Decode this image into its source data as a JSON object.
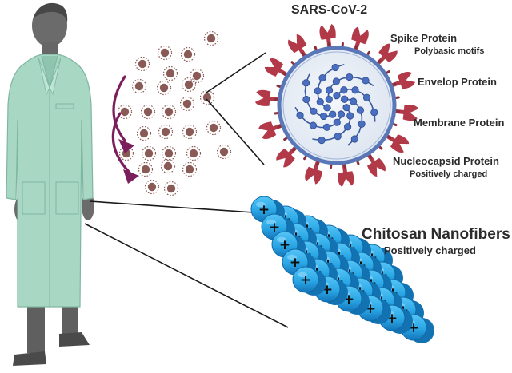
{
  "virus": {
    "title": "SARS-CoV-2",
    "labels": [
      {
        "main": "Spike Protein",
        "sub": "Polybasic motifs"
      },
      {
        "main": "Envelop Protein",
        "sub": ""
      },
      {
        "main": "Membrane Protein",
        "sub": ""
      },
      {
        "main": "Nucleocapsid Protein",
        "sub": "Positively charged"
      }
    ]
  },
  "nanofiber": {
    "title": "Chitosan Nanofibers",
    "subtitle": "Positively charged",
    "charge_symbol": "+"
  },
  "colors": {
    "lab_coat": "#a8d8c4",
    "person": "#6b6b6b",
    "virus_envelope": "#5a78b8",
    "spike": "#b23a48",
    "rna": "#4a6fc0",
    "particle": "#8a5a56",
    "arrow": "#7a1f5c",
    "fiber": "#2aa7e6"
  },
  "icons": [
    "person-icon",
    "virus-icon",
    "nanofiber-icon",
    "arrow-icon"
  ]
}
